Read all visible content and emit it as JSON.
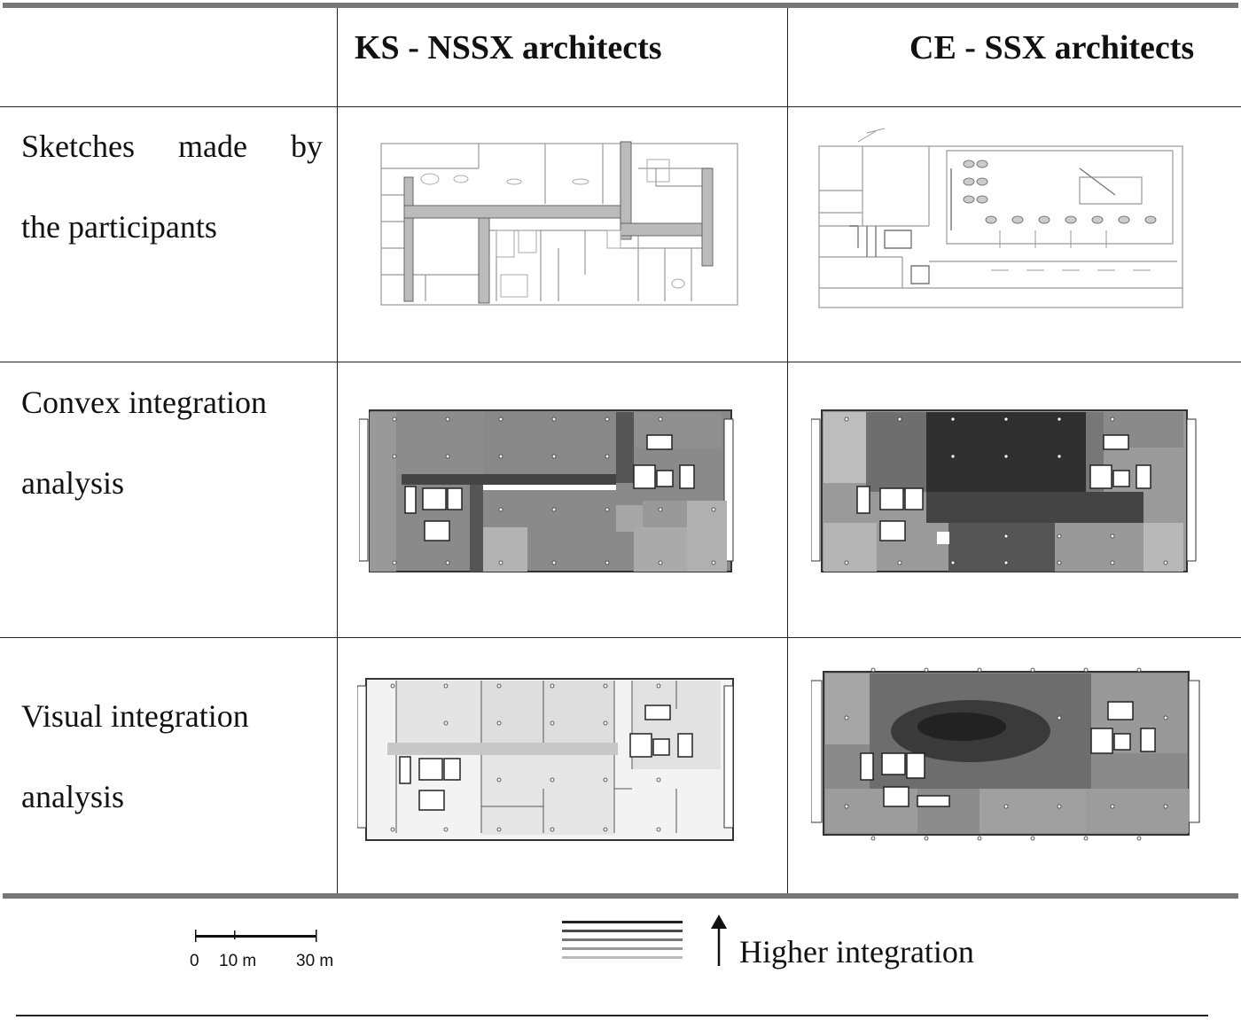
{
  "header": {
    "col1": "KS - NSSX architects",
    "col2": "CE - SSX architects"
  },
  "rows": [
    {
      "label_words": [
        "Sketches",
        "made",
        "by"
      ],
      "label_line2": "the participants"
    },
    {
      "label_line1": "Convex integration",
      "label_line2": "analysis"
    },
    {
      "label_line1": "Visual integration",
      "label_line2": "analysis"
    }
  ],
  "scale": {
    "tick0": "0",
    "tick1": "10 m",
    "tick2": "30 m"
  },
  "legend": {
    "label": "Higher integration"
  },
  "colors": {
    "rule": "#777777",
    "line": "#222222"
  }
}
